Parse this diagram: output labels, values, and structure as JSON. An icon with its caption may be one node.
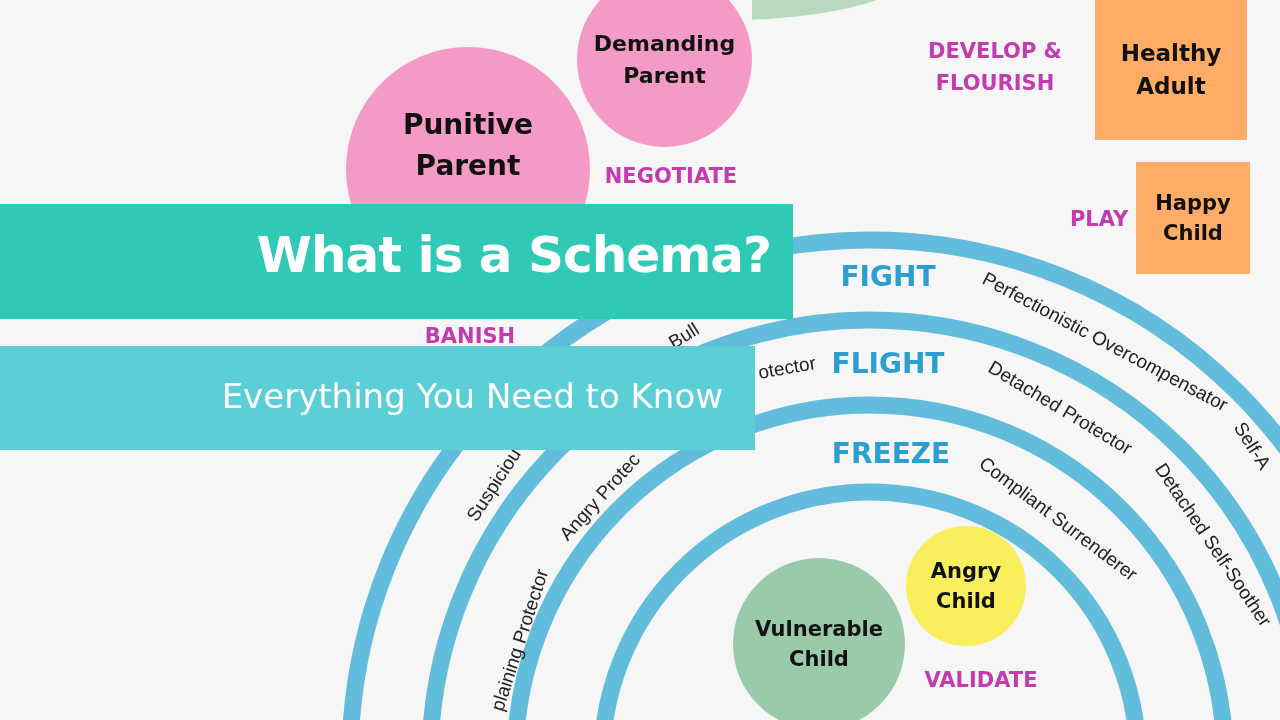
{
  "diagram": {
    "title": "What is a Schema?",
    "nodes": [
      {
        "text": [],
        "shape": "circle"
      },
      {
        "text": [
          "Demanding Parent"
        ]
      },
      {
        "text": [
          "Healthy Adult"
        ]
      },
      {
        "text": [
          "Punitive Parent"
        ]
      },
      {
        "text": [
          "Happy Child"
        ]
      },
      {
        "text": [
          "Vulnerable Child"
        ]
      },
      {
        "text": [
          "Angry Child"
        ]
      }
    ],
    "labels": [
      "DEVELOP & FLOURISH",
      "NEGOTIATE",
      "PLAY",
      "Everything You Need to Know",
      "BANISH",
      "FIGHT",
      "Perfectionistic Overcompensator",
      "Bull",
      "otector",
      "FLIGHT",
      "Detached Protector",
      "Self-A",
      "FREEZE",
      "Compliant Surrenderer",
      "Detached Self-Soother",
      "Suspiciou",
      "Angry Protec",
      "plaining Protector",
      "VALIDATE"
    ]
  }
}
